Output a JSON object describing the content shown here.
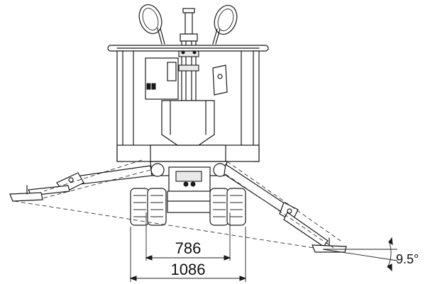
{
  "dimensions": {
    "inner_width": "786",
    "outer_width": "1086",
    "tilt_angle": "9.5°"
  }
}
